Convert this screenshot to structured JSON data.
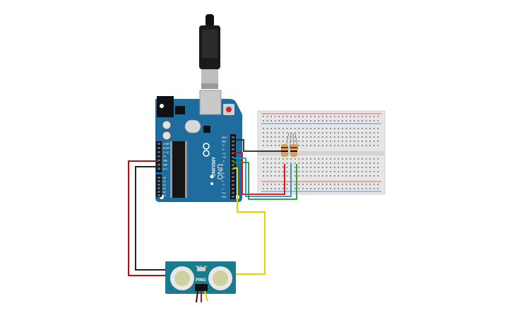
{
  "board": {
    "logo_text": "UNO",
    "brand_text": "ARDUINO",
    "power_header_labels": [
      "IOREF",
      "RESET",
      "3.3V",
      "5V",
      "GND",
      "GND",
      "Vin"
    ],
    "analog_header_labels": [
      "A0",
      "A1",
      "A2",
      "A3",
      "A4",
      "A5"
    ],
    "digital_header_labels": [
      "AREF",
      "GND",
      "13",
      "12",
      "~11",
      "~10",
      "~9",
      "8",
      "7",
      "~6",
      "~5",
      "4",
      "~3",
      "2",
      "TX1",
      "RX0"
    ]
  },
  "sensor": {
    "model_label": "PING",
    "pin_labels": [
      "GND",
      "5V",
      "SIG"
    ]
  },
  "colors": {
    "board_blue": "#1f6d9e",
    "sensor_blue": "#1b7a8c",
    "wire_red": "#e00000",
    "wire_black": "#222222",
    "wire_yellow": "#f2cc00",
    "wire_green": "#1a9a2a",
    "wire_blue": "#1f8fd0",
    "breadboard": "#e6e6e6"
  },
  "icons": [
    "usb-plug-icon",
    "reset-button-icon",
    "power-jack-icon"
  ]
}
